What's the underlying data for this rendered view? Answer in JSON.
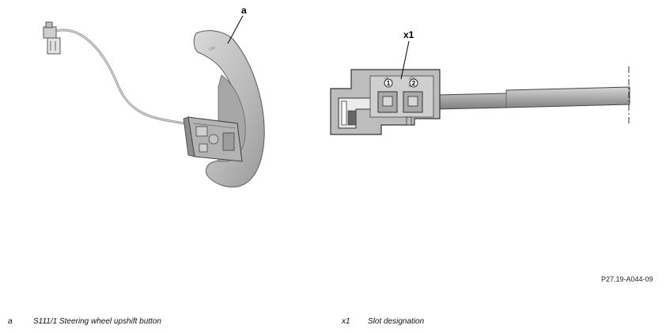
{
  "figure": {
    "callout_a": "a",
    "callout_x1": "x1",
    "paddle_marking": "UP",
    "pin_1": "1",
    "pin_2": "2",
    "reference_code": "P27.19-A044-09"
  },
  "legend": [
    {
      "key": "a",
      "text": "S111/1 Steering wheel upshift button"
    },
    {
      "key": "x1",
      "text": "Slot designation"
    }
  ]
}
